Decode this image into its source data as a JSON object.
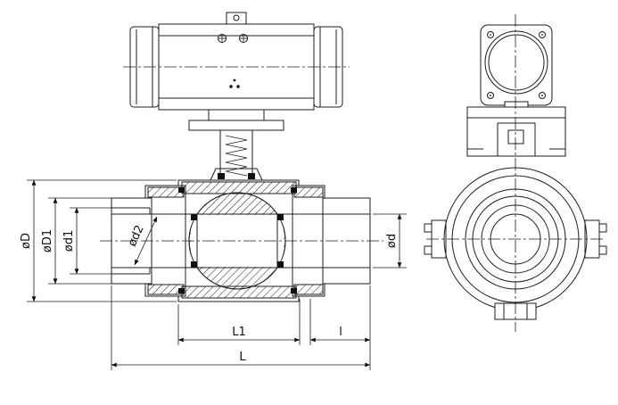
{
  "labels": {
    "dia_D": "øD",
    "dia_D1": "øD1",
    "dia_d1": "ød1",
    "dia_d2": "ød2",
    "dia_d": "ød",
    "len_L1": "L1",
    "len_l": "l",
    "len_L": "L"
  }
}
